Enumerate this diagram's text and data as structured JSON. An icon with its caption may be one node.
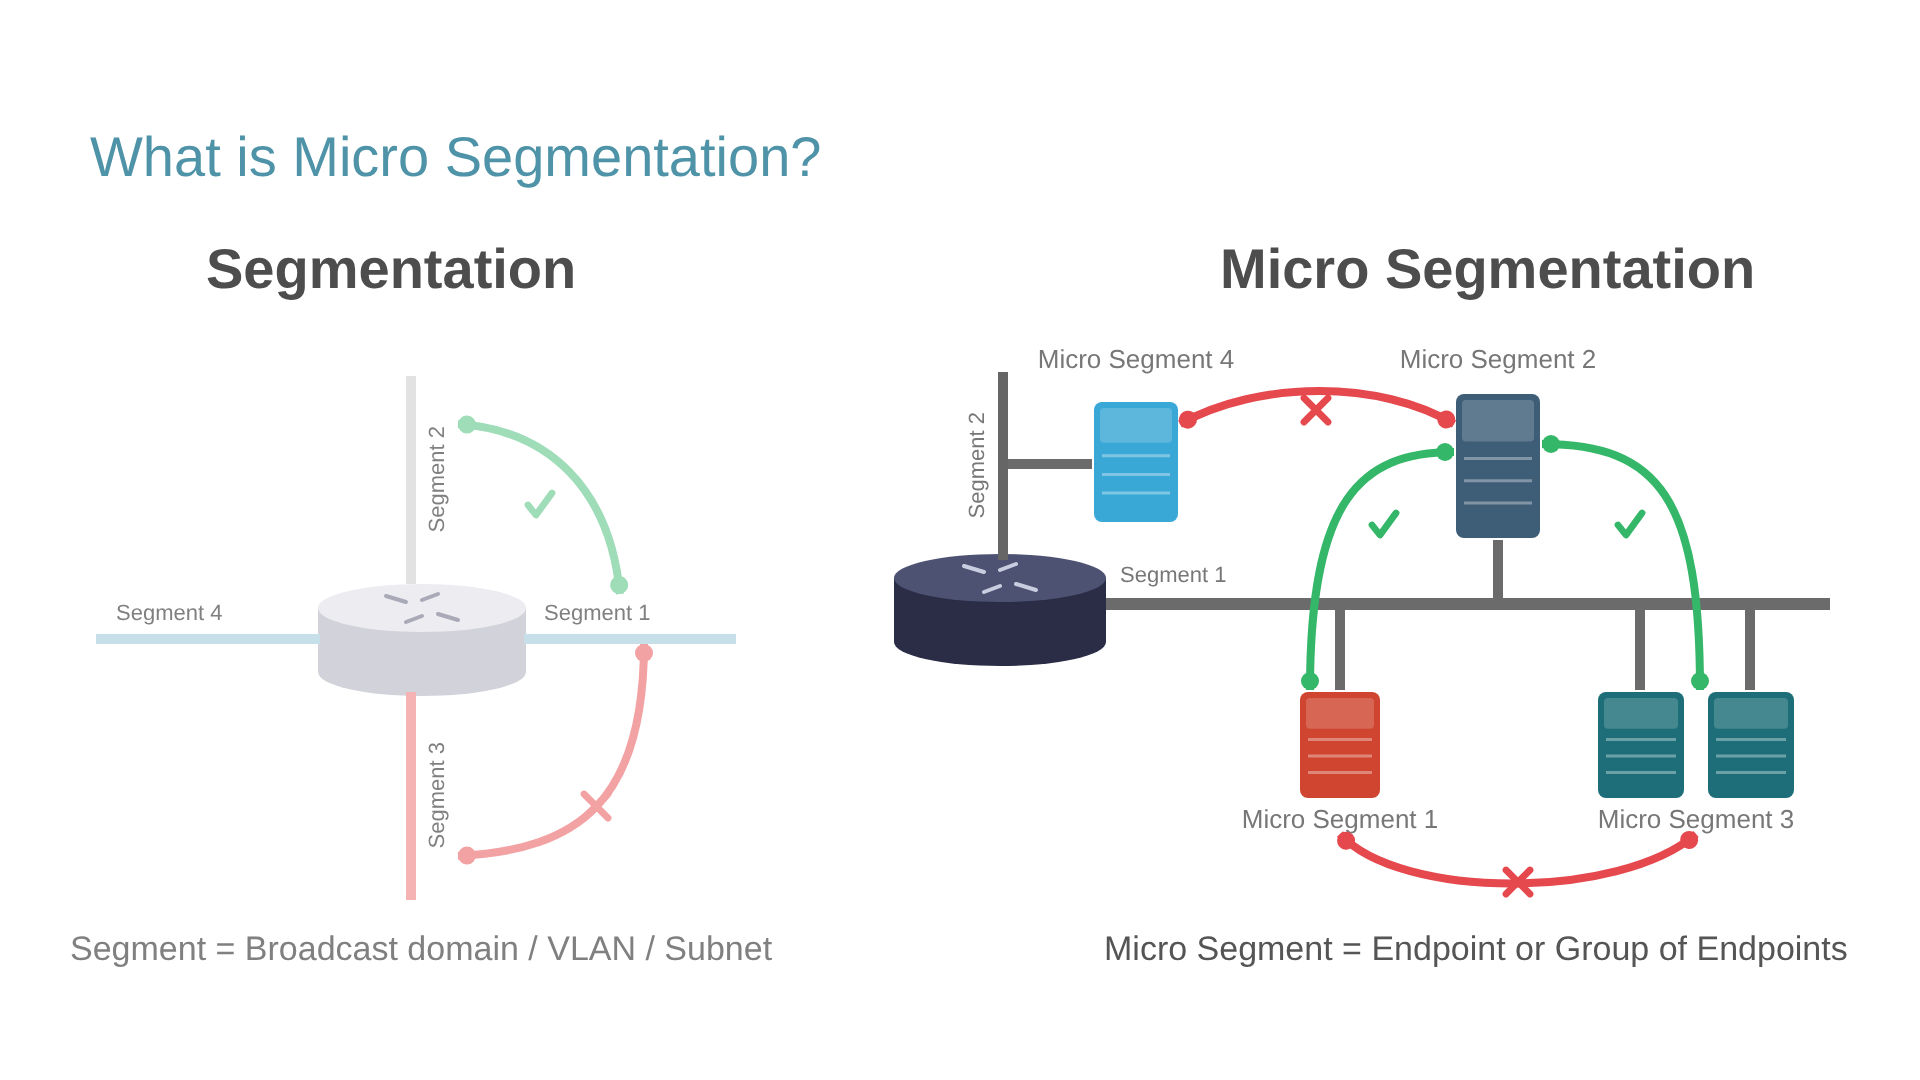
{
  "diagram": {
    "title": "What is Micro Segmentation?",
    "nodes": [
      {
        "text": [],
        "shape": "cylinder"
      },
      {
        "text": [
          "Segment 4"
        ]
      },
      {
        "text": [
          "Segment 1"
        ]
      },
      {
        "text": [
          "Segment 2"
        ]
      },
      {
        "text": [
          "Segment 3"
        ]
      },
      {
        "text": [],
        "shape": "cylinder"
      },
      {
        "text": [],
        "shape": "bar",
        "beside": [
          "Segment 1"
        ]
      },
      {
        "text": [
          "Segment 2"
        ]
      },
      {
        "text": [],
        "shape": "picture",
        "beside": [
          "Micro Segment 4"
        ]
      },
      {
        "text": [],
        "shape": "picture",
        "beside": [
          "Micro Segment 2"
        ]
      },
      {
        "text": [
          "Micro Segment 1"
        ]
      },
      {
        "text": [
          "Micro Segment 3"
        ]
      }
    ],
    "edges": [
      {
        "from": 3,
        "to": 2,
        "arrow": "other",
        "color": "#9fdcb8"
      },
      {
        "from": 4,
        "to": 2,
        "arrow": "other",
        "color": "#f3a2a4"
      },
      {
        "from": 7,
        "to": 8,
        "arrow": "none"
      },
      {
        "from": 6,
        "to": 9,
        "arrow": "none"
      },
      {
        "from": 6,
        "to": 10,
        "arrow": "none"
      },
      {
        "from": 6,
        "to": 11,
        "arrow": "none"
      },
      {
        "from": 6,
        "to": 11,
        "arrow": "none"
      },
      {
        "from": 8,
        "to": 9,
        "arrow": "other",
        "color": "#e5484d"
      },
      {
        "from": 9,
        "to": 10,
        "arrow": "other",
        "color": "#34b768"
      },
      {
        "from": 9,
        "to": 11,
        "arrow": "other",
        "color": "#34b768"
      },
      {
        "from": 10,
        "to": 11,
        "arrow": "other",
        "color": "#e5484d"
      }
    ],
    "labels": [
      "Segmentation",
      "Micro Segmentation",
      "Segment = Broadcast domain / VLAN / Subnet",
      "Micro Segment = Endpoint or Group of Endpoints"
    ]
  }
}
